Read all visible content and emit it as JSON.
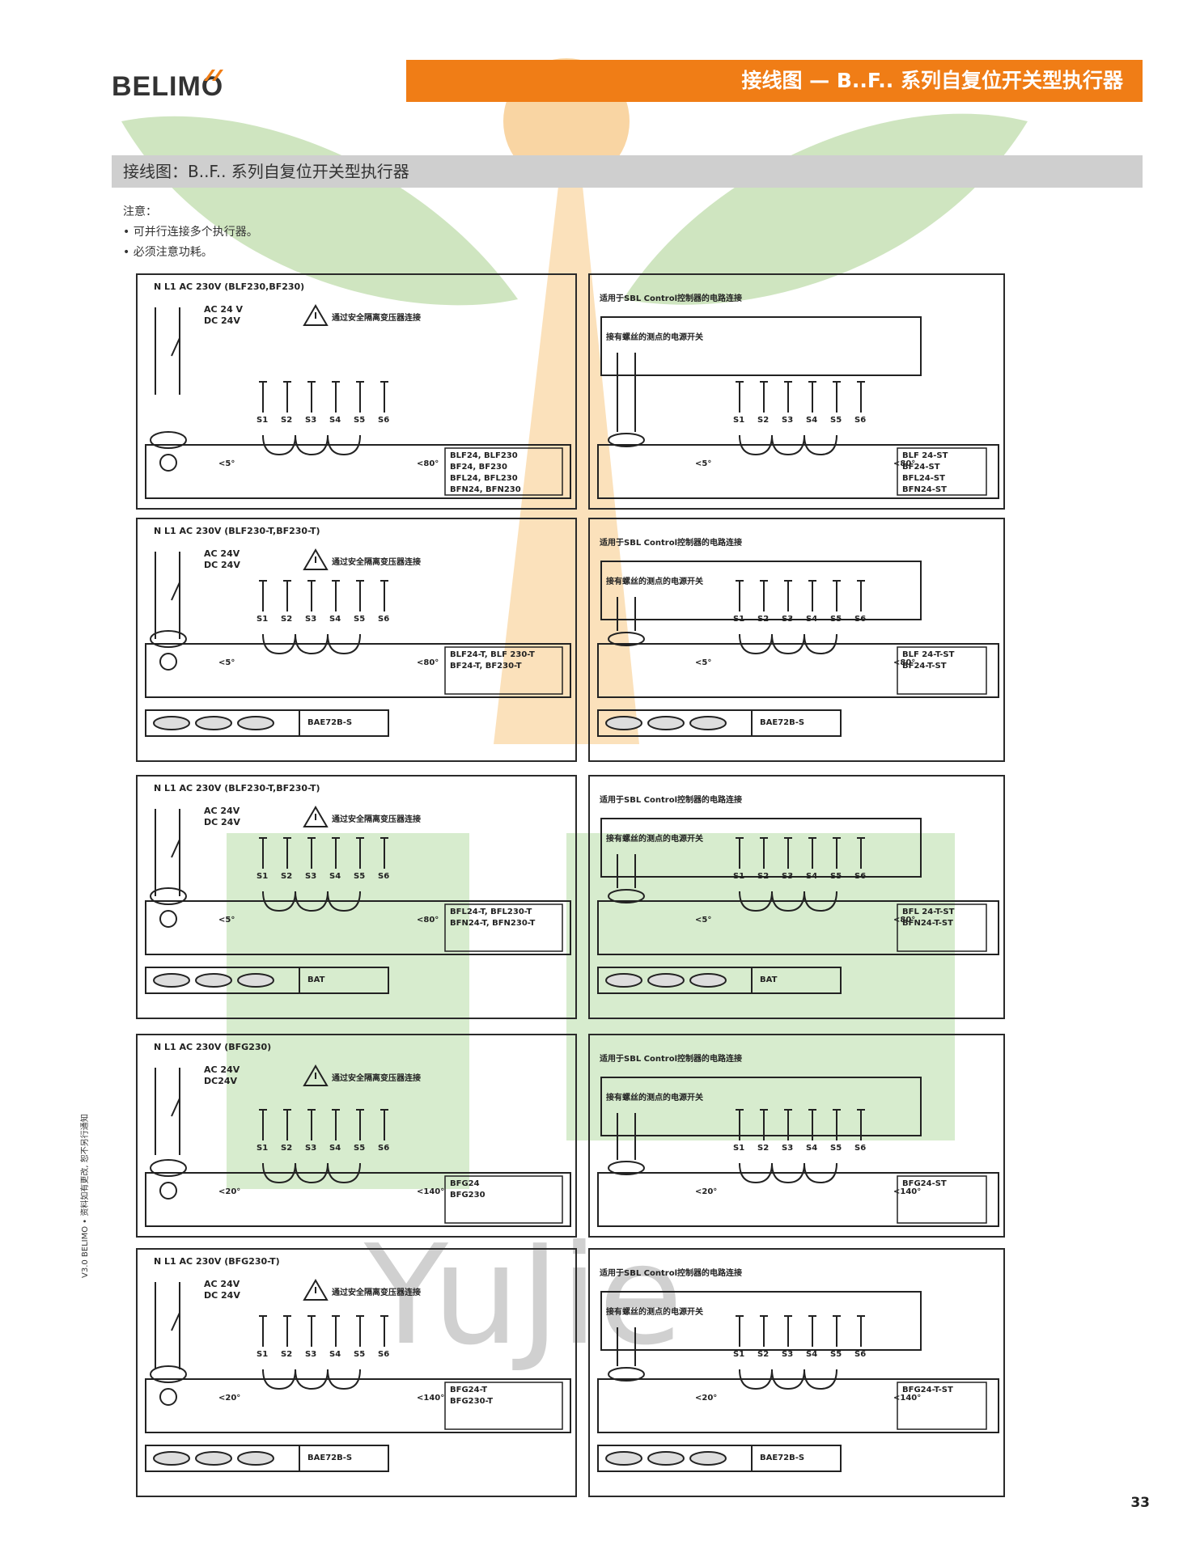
{
  "brand": {
    "name": "BELIMO"
  },
  "header": {
    "title": "接线图 — B..F.. 系列自复位开关型执行器"
  },
  "section": {
    "title": "接线图：B..F.. 系列自复位开关型执行器"
  },
  "notes": {
    "heading": "注意：",
    "items": [
      "可并行连接多个执行器。",
      "必须注意功耗。"
    ]
  },
  "rows": [
    {
      "left": {
        "supply": "N L1  AC 230V (BLF230,BF230)",
        "volt": [
          "AC 24 V",
          "DC 24V"
        ],
        "warn": "通过安全隔离变压器连接",
        "terminals": [
          "S1",
          "S2",
          "S3",
          "S4",
          "S5",
          "S6"
        ],
        "models": [
          "BLF24, BLF230",
          "BF24, BF230",
          "BFL24, BFL230",
          "BFN24, BFN230"
        ],
        "ang_lo": "<5°",
        "ang_hi": "<80°",
        "aux": ""
      },
      "right": {
        "title": "适用于SBL Control控制器的电路连接",
        "inner": "接有螺丝的测点的电源开关",
        "terminals": [
          "S1",
          "S2",
          "S3",
          "S4",
          "S5",
          "S6"
        ],
        "models": [
          "BLF 24-ST",
          "BF24-ST",
          "BFL24-ST",
          "BFN24-ST"
        ],
        "ang_lo": "<5°",
        "ang_hi": "<80°",
        "aux": ""
      }
    },
    {
      "left": {
        "supply": "N L1  AC 230V (BLF230-T,BF230-T)",
        "volt": [
          "AC 24V",
          "DC 24V"
        ],
        "warn": "通过安全隔离变压器连接",
        "terminals": [
          "S1",
          "S2",
          "S3",
          "S4",
          "S5",
          "S6"
        ],
        "models": [
          "BLF24-T, BLF 230-T",
          "BF24-T, BF230-T"
        ],
        "ang_lo": "<5°",
        "ang_hi": "<80°",
        "aux": "BAE72B-S"
      },
      "right": {
        "title": "适用于SBL Control控制器的电路连接",
        "inner": "接有螺丝的测点的电源开关",
        "terminals": [
          "S1",
          "S2",
          "S3",
          "S4",
          "S5",
          "S6"
        ],
        "models": [
          "BLF 24-T-ST",
          "BF24-T-ST"
        ],
        "ang_lo": "<5°",
        "ang_hi": "<80°",
        "aux": "BAE72B-S"
      }
    },
    {
      "left": {
        "supply": "N L1  AC 230V (BLF230-T,BF230-T)",
        "volt": [
          "AC 24V",
          "DC 24V"
        ],
        "warn": "通过安全隔离变压器连接",
        "terminals": [
          "S1",
          "S2",
          "S3",
          "S4",
          "S5",
          "S6"
        ],
        "models": [
          "BFL24-T, BFL230-T",
          "BFN24-T, BFN230-T"
        ],
        "ang_lo": "<5°",
        "ang_hi": "<80°",
        "aux": "BAT"
      },
      "right": {
        "title": "适用于SBL Control控制器的电路连接",
        "inner": "接有螺丝的测点的电源开关",
        "terminals": [
          "S1",
          "S2",
          "S3",
          "S4",
          "S5",
          "S6"
        ],
        "models": [
          "BFL 24-T-ST",
          "BFN24-T-ST"
        ],
        "ang_lo": "<5°",
        "ang_hi": "<80°",
        "aux": "BAT"
      }
    },
    {
      "left": {
        "supply": "N L1  AC 230V (BFG230)",
        "volt": [
          "AC 24V",
          "DC24V"
        ],
        "warn": "通过安全隔离变压器连接",
        "terminals": [
          "S1",
          "S2",
          "S3",
          "S4",
          "S5",
          "S6"
        ],
        "models": [
          "BFG24",
          "BFG230"
        ],
        "ang_lo": "<20°",
        "ang_hi": "<140°",
        "aux": ""
      },
      "right": {
        "title": "适用于SBL Control控制器的电路连接",
        "inner": "接有螺丝的测点的电源开关",
        "terminals": [
          "S1",
          "S2",
          "S3",
          "S4",
          "S5",
          "S6"
        ],
        "models": [
          "BFG24-ST"
        ],
        "ang_lo": "<20°",
        "ang_hi": "<140°",
        "aux": ""
      }
    },
    {
      "left": {
        "supply": "N L1  AC 230V (BFG230-T)",
        "volt": [
          "AC 24V",
          "DC 24V"
        ],
        "warn": "通过安全隔离变压器连接",
        "terminals": [
          "S1",
          "S2",
          "S3",
          "S4",
          "S5",
          "S6"
        ],
        "models": [
          "BFG24-T",
          "BFG230-T"
        ],
        "ang_lo": "<20°",
        "ang_hi": "<140°",
        "aux": "BAE72B-S"
      },
      "right": {
        "title": "适用于SBL Control控制器的电路连接",
        "inner": "接有螺丝的测点的电源开关",
        "terminals": [
          "S1",
          "S2",
          "S3",
          "S4",
          "S5",
          "S6"
        ],
        "models": [
          "BFG24-T-ST"
        ],
        "ang_lo": "<20°",
        "ang_hi": "<140°",
        "aux": "BAE72B-S"
      }
    }
  ],
  "side_note": "V3.0 BELIMO • 资料如有更改, 恕不另行通知",
  "page_number": "33",
  "watermark": {
    "text": "YuJie"
  }
}
